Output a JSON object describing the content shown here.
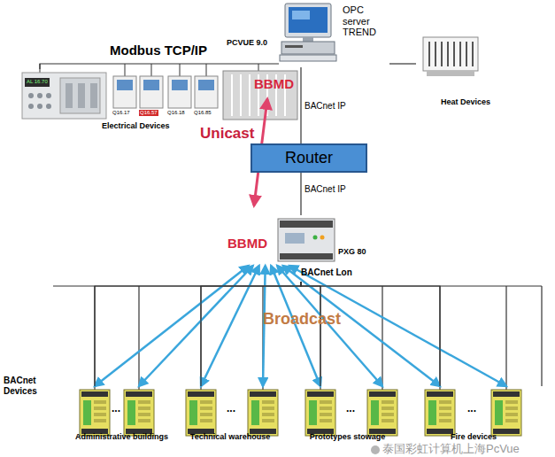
{
  "diagram": {
    "nodes": [
      {
        "text": [
          "OPC server TREND"
        ]
      },
      {
        "text": [
          "Electrical Devices"
        ]
      },
      {
        "text": [
          "Heat Devices"
        ]
      },
      {
        "text": [
          "Router"
        ]
      },
      {
        "text": [
          "PXG 80",
          "BACnet Lon"
        ]
      },
      {
        "text": [
          "Administrative buildings"
        ]
      },
      {
        "text": [
          "Technical warehouse"
        ]
      },
      {
        "text": [
          "Prototypes stowage"
        ]
      },
      {
        "text": [
          "Fire devices"
        ]
      }
    ],
    "edges": [
      {
        "from": 0,
        "to": 1,
        "arrow": "none",
        "label": "Modbus TCP/IP"
      },
      {
        "from": 0,
        "to": 2,
        "arrow": "none"
      },
      {
        "from": 0,
        "to": 3,
        "arrow": "none",
        "label": "BACnet IP"
      },
      {
        "from": 3,
        "to": 4,
        "arrow": "none",
        "label": "BACnet IP"
      },
      {
        "from": 4,
        "to": 5,
        "arrow": "none"
      },
      {
        "from": 4,
        "to": 6,
        "arrow": "none"
      },
      {
        "from": 4,
        "to": 7,
        "arrow": "none"
      },
      {
        "from": 4,
        "to": 8,
        "arrow": "none"
      }
    ],
    "labels": [
      "PCVUE 9.0",
      "AL 16.70",
      "Q16.17",
      "Q16.57",
      "Q16.18",
      "Q16.85",
      "BBMD",
      "Unicast",
      "BBMD",
      "Broadcast",
      "BACnet Devices",
      "...",
      "...",
      "...",
      "...",
      "泰国彩虹计算机上海PcVue"
    ]
  }
}
